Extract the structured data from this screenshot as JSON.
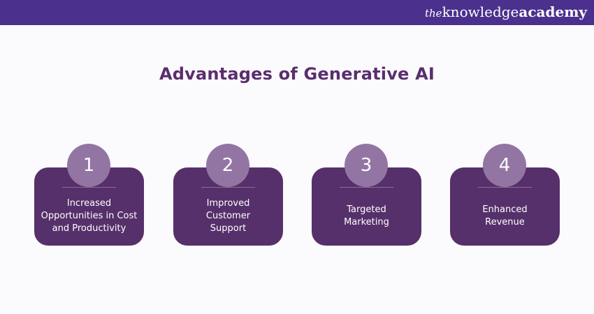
{
  "header": {
    "brand_the": "the",
    "brand_knowledge": "knowledge",
    "brand_academy": "academy"
  },
  "title": "Advantages of Generative AI",
  "items": [
    {
      "number": "1",
      "label": "Increased\nOpportunities in Cost\nand Productivity"
    },
    {
      "number": "2",
      "label": "Improved\nCustomer\nSupport"
    },
    {
      "number": "3",
      "label": "Targeted\nMarketing"
    },
    {
      "number": "4",
      "label": "Enhanced\nRevenue"
    }
  ],
  "colors": {
    "header_bg": "#4b318d",
    "title": "#5a2e6e",
    "card_bg": "#56306a",
    "badge_bg": "#9375a4",
    "background": "#fbfafc"
  }
}
